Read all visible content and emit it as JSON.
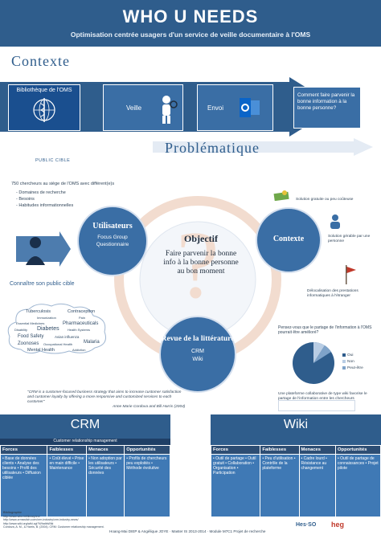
{
  "header": {
    "title": "WHO U NEEDS",
    "subtitle": "Optimisation centrée usagers d'un service de veille documentaire à l'OMS"
  },
  "contexte": {
    "title": "Contexte",
    "panel1": "Bibliothèque de l'OMS",
    "panel2": "Veille",
    "panel3": "Envoi",
    "panel4": "Comment faire parvenir la bonne information à la bonne personne?"
  },
  "problematique": {
    "title": "Problématique"
  },
  "public": {
    "label": "Public cible",
    "intro": "750 chercheurs au siège de l'OMS avec différent(e)s",
    "items": [
      "- Domaines de recherche",
      "- Besoins",
      "- Habitudes informationnelles"
    ],
    "know": "Connaître son public cible"
  },
  "wordcloud": [
    "Tuberculosis",
    "Contraception",
    "Immunization",
    "Pain",
    "Essential Medicines",
    "Pharmaceuticals",
    "Disability",
    "Diabetes",
    "Health Systems",
    "Food Safety",
    "Avian influenza",
    "Zoonoses",
    "Occupational Health",
    "Malaria",
    "Mental Health",
    "Addiction"
  ],
  "diagram": {
    "objectif_title": "Objectif",
    "objectif_text": "Faire parvenir la bonne info à la bonne personne au bon moment",
    "users_title": "Utilisateurs",
    "users_items": [
      "Focus Group",
      "Questionnaire"
    ],
    "contexte_title": "Contexte",
    "revue_title": "Revue de la littérature",
    "revue_items": [
      "CRM",
      "Wiki"
    ]
  },
  "right_notes": {
    "note1": "Solution gratuite ou peu coûteuse",
    "note2": "Solution gérable par une personne",
    "note3": "Délocalisation des prestations informatiques à l'étranger"
  },
  "pie_chart": {
    "question": "Pensez-vous que le partage de l'information à l'OMS pourrait être amélioré?",
    "legend": [
      "Oui",
      "Non",
      "Peut-être"
    ],
    "colors": [
      "#2f5d8c",
      "#b9cde4",
      "#7fa3c9"
    ]
  },
  "quote": {
    "text": "\"CRM is a customer-focused business strategy that aims to increase customer satisfaction and customer loyalty by offering a more responsive and customized services to each customer\"",
    "author": "Anne Marie Cordova and Bill Harris (2004)"
  },
  "wiki_note": "Une plateforme collaborative de type wiki favorise le partage de l'information entre les chercheurs",
  "crm": {
    "title": "CRM",
    "subtitle": "Customer relationship management",
    "headers": [
      "Forces",
      "Faiblesses",
      "Menaces",
      "Opportunités"
    ],
    "cells": [
      "• Base de données clients • Analyse des besoins • Profil des utilisateurs • Diffusion ciblée",
      "• Coût élevé • Prise en main difficile • Maintenance",
      "• Non adoption par les utilisateurs • Sécurité des données",
      "• Profils de chercheurs peu exploités • Méthode évolutive"
    ]
  },
  "wiki": {
    "title": "Wiki",
    "headers": [
      "Forces",
      "Faiblesses",
      "Menaces",
      "Opportunités"
    ],
    "cells": [
      "• Outil de partage • Outil gratuit • Collaboration • Organisation • Participation",
      "• Peu d'utilisation • Contrôle de la plateforme",
      "• Cadre lourd • Résistance au changement",
      "• Outil de partage de connaissances • Projet pilote"
    ]
  },
  "footer": {
    "bib_title": "Bibliographie",
    "bib_lines": [
      "http://www.who.int/library/en/",
      "http://www.crmswitch.com/crm-industry/crm-industry-news/",
      "http://www.wiki.org/wiki.cgi?WhatIsWiki",
      "Cordova, A. M., & Harris, B. (2004). CRM: Customer relationship management."
    ],
    "credits": "Hoang-Mai DIEP & Angélique JOYE · Master IS 2013-2014 · Module M7C1 Projet de recherche",
    "logo1": "Hes·SO",
    "logo2": "heg"
  }
}
